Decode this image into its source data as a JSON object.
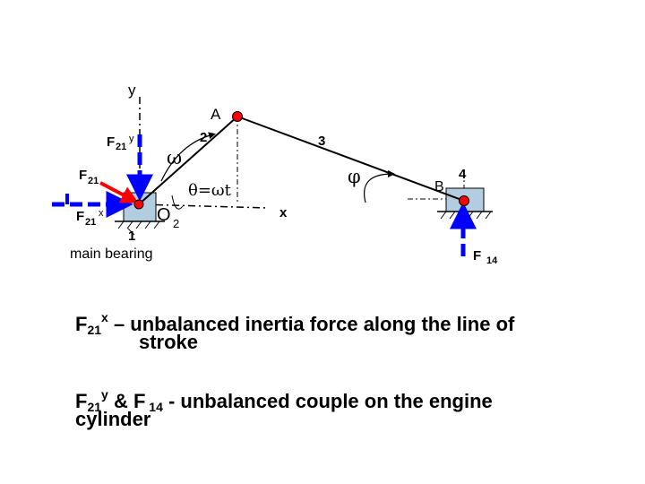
{
  "diagram": {
    "labels": {
      "y": "y",
      "A": "A",
      "link2": "2",
      "link3": "3",
      "omega": "ω",
      "F21y_base": "F",
      "F21y_sub": "21",
      "F21y_sup": "y",
      "F21_base": "F",
      "F21_sub": "21",
      "theta": "θ=ωt",
      "phi": "φ",
      "B": "B",
      "link4": "4",
      "F21x_base": "F",
      "F21x_sub": "21",
      "F21x_sup": "x",
      "O2_O": "O",
      "O2_sub": "2",
      "x": "x",
      "link1": "1",
      "main_bearing": "main bearing",
      "F14_base": "F",
      "F14_sub": "14"
    },
    "colors": {
      "force_arrow": "#0000ff",
      "resultant_arrow": "#ff0000",
      "joint": "#ff0000",
      "bearing_fill": "#b3cde0",
      "link": "#000000"
    }
  },
  "captions": {
    "line1": {
      "F": "F",
      "sub": "21",
      "sup": "x",
      "text": " – unbalanced inertia force along the line of"
    },
    "line1b": "stroke",
    "line2": {
      "F": "F",
      "sub": "21",
      "sup": "y",
      "amp": " & F",
      "sub2": " 14",
      "text": " - unbalanced couple on the engine"
    },
    "line2b": "cylinder"
  }
}
